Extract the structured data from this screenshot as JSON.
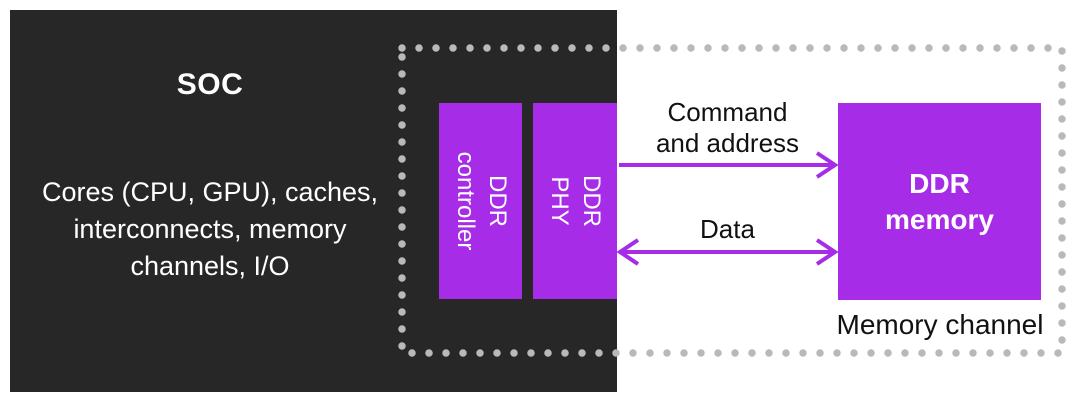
{
  "diagram": {
    "soc": {
      "title": "SOC",
      "description": "Cores (CPU, GPU), caches,\ninterconnects, memory\nchannels, I/O"
    },
    "blocks": {
      "ddr_controller": "DDR\ncontroller",
      "ddr_phy": "DDR PHY",
      "ddr_memory": "DDR\nmemory"
    },
    "connections": [
      {
        "label": "Command\nand address",
        "from": "DDR PHY",
        "to": "DDR memory",
        "direction": "right"
      },
      {
        "label": "Data",
        "from": "DDR PHY",
        "to": "DDR memory",
        "direction": "bidirectional"
      }
    ],
    "memory_channel_label": "Memory channel",
    "colors": {
      "block_purple": "#a62ce8",
      "soc_background": "#272727",
      "dotted_border_gray": "#b9b9b9",
      "canvas_background": "#ffffff",
      "label_text_dark": "#111111",
      "block_text_light": "#ffffff"
    }
  }
}
